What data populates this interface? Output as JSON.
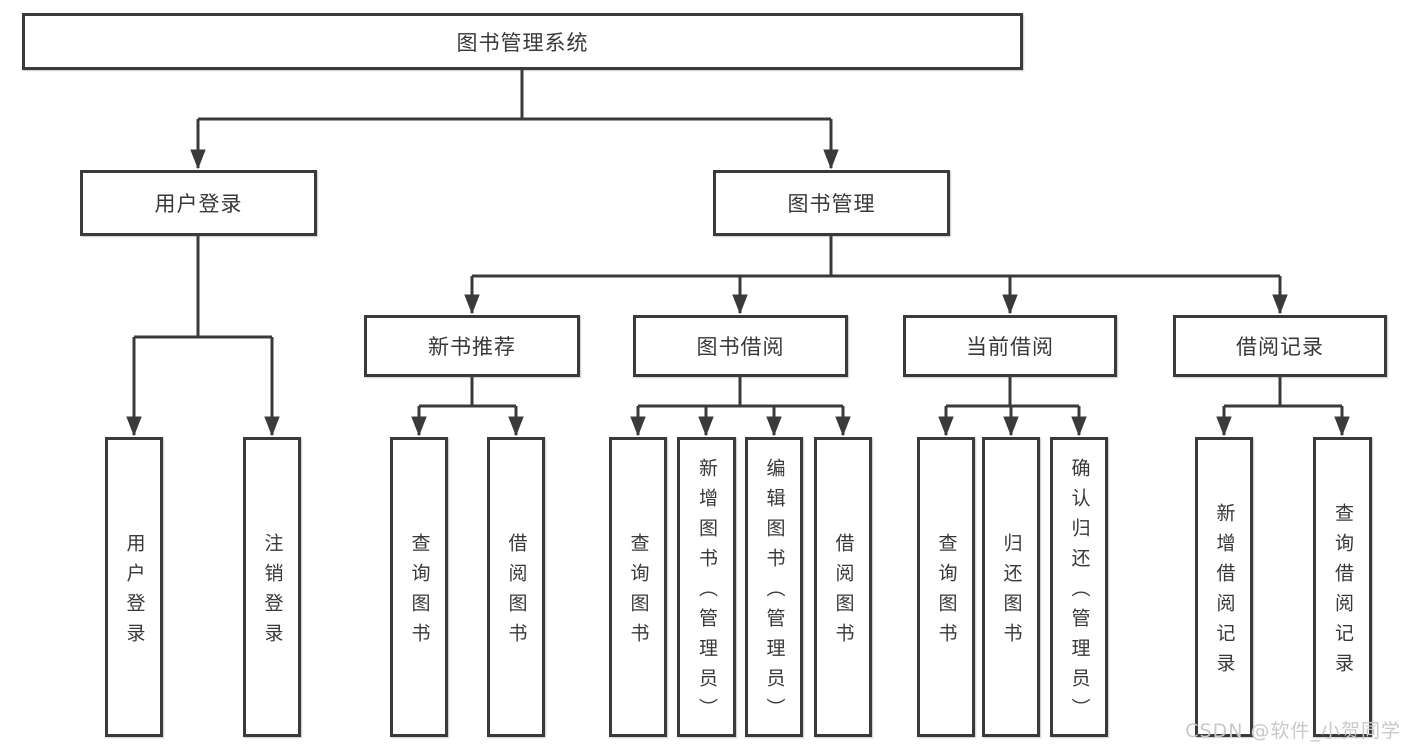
{
  "diagram": {
    "root": {
      "label": "图书管理系统"
    },
    "level2": [
      {
        "label": "用户登录"
      },
      {
        "label": "图书管理"
      }
    ],
    "level3": [
      {
        "label": "新书推荐"
      },
      {
        "label": "图书借阅"
      },
      {
        "label": "当前借阅"
      },
      {
        "label": "借阅记录"
      }
    ],
    "leaves": {
      "user_login": [
        {
          "label": "用户登录"
        },
        {
          "label": "注销登录"
        }
      ],
      "new_book": [
        {
          "label": "查询图书"
        },
        {
          "label": "借阅图书"
        }
      ],
      "book_borrow": [
        {
          "label": "查询图书"
        },
        {
          "label": "新增图书（管理员）"
        },
        {
          "label": "编辑图书（管理员）"
        },
        {
          "label": "借阅图书"
        }
      ],
      "current_borrow": [
        {
          "label": "查询图书"
        },
        {
          "label": "归还图书"
        },
        {
          "label": "确认归还（管理员）"
        }
      ],
      "borrow_record": [
        {
          "label": "新增借阅记录"
        },
        {
          "label": "查询借阅记录"
        }
      ]
    },
    "watermark": "CSDN @软件_小贺同学",
    "colors": {
      "line": "#3a3a3a",
      "box_border": "#3a3a3a",
      "text": "#383838",
      "background": "#ffffff",
      "watermark": "#c9c9c9"
    }
  }
}
